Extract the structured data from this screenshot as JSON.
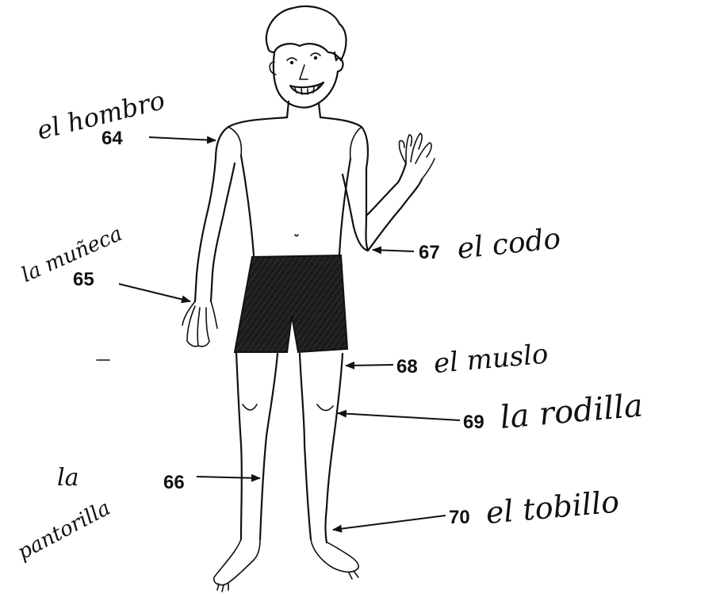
{
  "labels": [
    {
      "id": "shoulder",
      "number": "64",
      "text": "el hombro"
    },
    {
      "id": "wrist",
      "number": "65",
      "text": "la muñeca"
    },
    {
      "id": "calf",
      "number": "66",
      "text_line1": "la",
      "text_line2": "pantorilla"
    },
    {
      "id": "elbow",
      "number": "67",
      "text": "el codo"
    },
    {
      "id": "thigh",
      "number": "68",
      "text": "el muslo"
    },
    {
      "id": "knee",
      "number": "69",
      "text": "la rodilla"
    },
    {
      "id": "ankle",
      "number": "70",
      "text": "el tobillo"
    }
  ]
}
